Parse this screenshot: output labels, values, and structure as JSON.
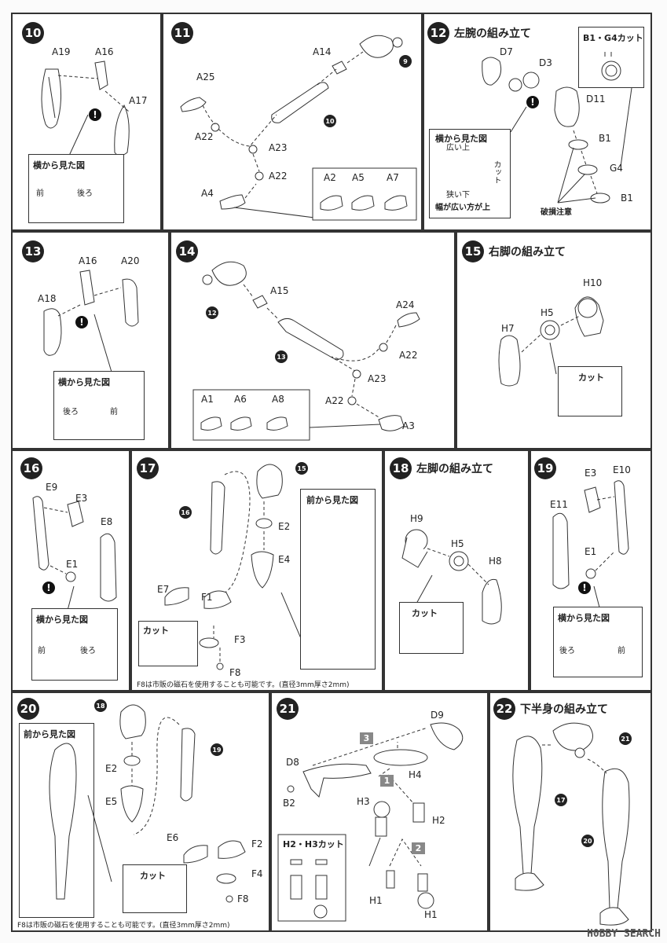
{
  "steps": {
    "s10": {
      "num": "10",
      "parts": [
        "A19",
        "A16",
        "A17"
      ],
      "side_view": "横から見た図",
      "front": "前",
      "back": "後ろ"
    },
    "s11": {
      "num": "11",
      "parts": [
        "A14",
        "A25",
        "A22",
        "A23",
        "A22",
        "A4",
        "A2",
        "A5",
        "A7"
      ],
      "ref_a": "9",
      "ref_b": "10"
    },
    "s12": {
      "num": "12",
      "title": "左腕の組み立て",
      "parts": [
        "D7",
        "D3",
        "D11",
        "B1",
        "G4",
        "B1"
      ],
      "cut_box": "B1・G4カット",
      "side_view": "横から見た図",
      "wide_up": "広い上",
      "narrow_down": "狭い下",
      "wide_note": "幅が広い方が上",
      "cut": "カット",
      "damage": "破損注意"
    },
    "s13": {
      "num": "13",
      "parts": [
        "A16",
        "A20",
        "A18"
      ],
      "side_view": "横から見た図",
      "back": "後ろ",
      "front": "前"
    },
    "s14": {
      "num": "14",
      "parts": [
        "A15",
        "A24",
        "A22",
        "A23",
        "A22",
        "A3",
        "A1",
        "A6",
        "A8"
      ],
      "ref_a": "12",
      "ref_b": "13"
    },
    "s15": {
      "num": "15",
      "title": "右脚の組み立て",
      "parts": [
        "H10",
        "H5",
        "H7"
      ],
      "cut": "カット"
    },
    "s16": {
      "num": "16",
      "parts": [
        "E9",
        "E3",
        "E8",
        "E1"
      ],
      "side_view": "横から見た図",
      "front": "前",
      "back": "後ろ"
    },
    "s17": {
      "num": "17",
      "parts": [
        "E2",
        "E4",
        "E7",
        "F1",
        "F3",
        "F8"
      ],
      "ref_a": "15",
      "ref_b": "16",
      "front_view": "前から見た図",
      "cut": "カット",
      "magnet_note": "F8は市販の磁石を使用することも可能です。(直径3mm厚さ2mm)"
    },
    "s18": {
      "num": "18",
      "title": "左脚の組み立て",
      "parts": [
        "H9",
        "H5",
        "H8"
      ],
      "cut": "カット"
    },
    "s19": {
      "num": "19",
      "parts": [
        "E3",
        "E10",
        "E11",
        "E1"
      ],
      "side_view": "横から見た図",
      "back": "後ろ",
      "front": "前"
    },
    "s20": {
      "num": "20",
      "parts": [
        "E2",
        "E5",
        "E6",
        "F2",
        "F4",
        "F8"
      ],
      "ref_a": "18",
      "ref_b": "19",
      "front_view": "前から見た図",
      "cut": "カット",
      "magnet_note": "F8は市販の磁石を使用することも可能です。(直径3mm厚さ2mm)"
    },
    "s21": {
      "num": "21",
      "parts": [
        "D9",
        "D8",
        "H4",
        "B2",
        "H3",
        "H2",
        "H1",
        "H1"
      ],
      "cut_box": "H2・H3カット",
      "seq": [
        "3",
        "1",
        "2"
      ]
    },
    "s22": {
      "num": "22",
      "title": "下半身の組み立て",
      "ref_a": "21",
      "ref_b": "17",
      "ref_c": "20"
    }
  },
  "watermark": "H0BBY SEARCH"
}
